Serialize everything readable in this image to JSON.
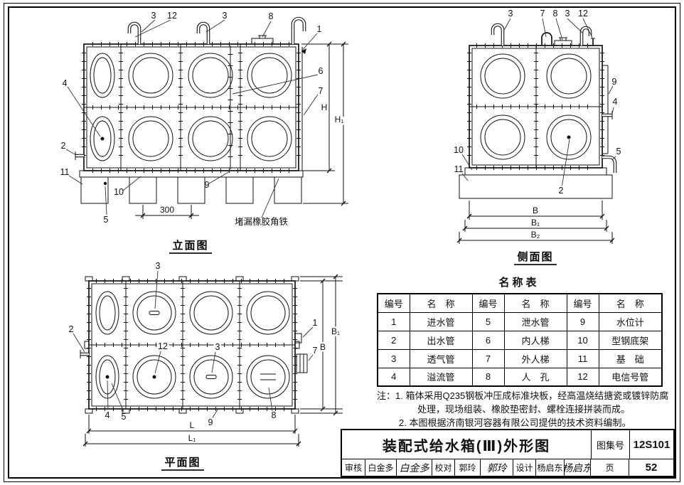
{
  "views": {
    "elevation": {
      "title": "立面图",
      "leak_note": "堵漏橡胶角铁",
      "callouts": {
        "n1": "1",
        "n2": "2",
        "n3a": "3",
        "n3b": "3",
        "n4": "4",
        "n5": "5",
        "n6": "6",
        "n7": "7",
        "n8": "8",
        "n9": "9",
        "n10": "10",
        "n11": "11",
        "n12": "12"
      },
      "dims": {
        "d300": "300",
        "h": "H",
        "h1": "H₁"
      }
    },
    "side": {
      "title": "侧面图",
      "callouts": {
        "n2": "2",
        "n3a": "3",
        "n3b": "3",
        "n4": "4",
        "n5": "5",
        "n7": "7",
        "n8": "8",
        "n9": "9",
        "n10": "10",
        "n11": "11",
        "n12": "12"
      },
      "dims": {
        "b": "B",
        "b1": "B₁",
        "b2": "B₂"
      }
    },
    "plan": {
      "title": "平面图",
      "callouts": {
        "n1": "1",
        "n2": "2",
        "n3a": "3",
        "n3b": "3",
        "n4": "4",
        "n5": "5",
        "n7": "7",
        "n8": "8",
        "n9": "9",
        "n12": "12"
      },
      "dims": {
        "l": "L",
        "l1": "L₁",
        "b": "B",
        "b1": "B₁"
      }
    }
  },
  "name_table": {
    "title": "名称表",
    "header": [
      "编号",
      "名　称",
      "编号",
      "名　称",
      "编号",
      "名　称"
    ],
    "rows": [
      [
        "1",
        "进水管",
        "5",
        "泄水管",
        "9",
        "水位计"
      ],
      [
        "2",
        "出水管",
        "6",
        "内人梯",
        "10",
        "型钢底架"
      ],
      [
        "3",
        "透气管",
        "7",
        "外人梯",
        "11",
        "基　础"
      ],
      [
        "4",
        "溢流管",
        "8",
        "人　孔",
        "12",
        "电信号管"
      ]
    ]
  },
  "notes": {
    "line1": "注：1. 箱体采用Q235钢板冲压成标准块板，经高温烧结搪瓷或镀锌防腐",
    "line2": "处理，现场组装、橡胶垫密封、螺栓连接拼装而成。",
    "line3": "2. 本图根据济南银河容器有限公司提供的技术资料编制。"
  },
  "title_block": {
    "drawing_title": "装配式给水箱(Ⅲ)外形图",
    "atlas_label": "图集号",
    "atlas_no": "12S101",
    "page_label": "页",
    "page_no": "52",
    "review_label": "审核",
    "review_name": "白金多",
    "review_sign": "白金多",
    "check_label": "校对",
    "check_name": "郭玲",
    "check_sign": "郭玲",
    "design_label": "设计",
    "design_name": "杨启东",
    "design_sign": "杨启东"
  }
}
